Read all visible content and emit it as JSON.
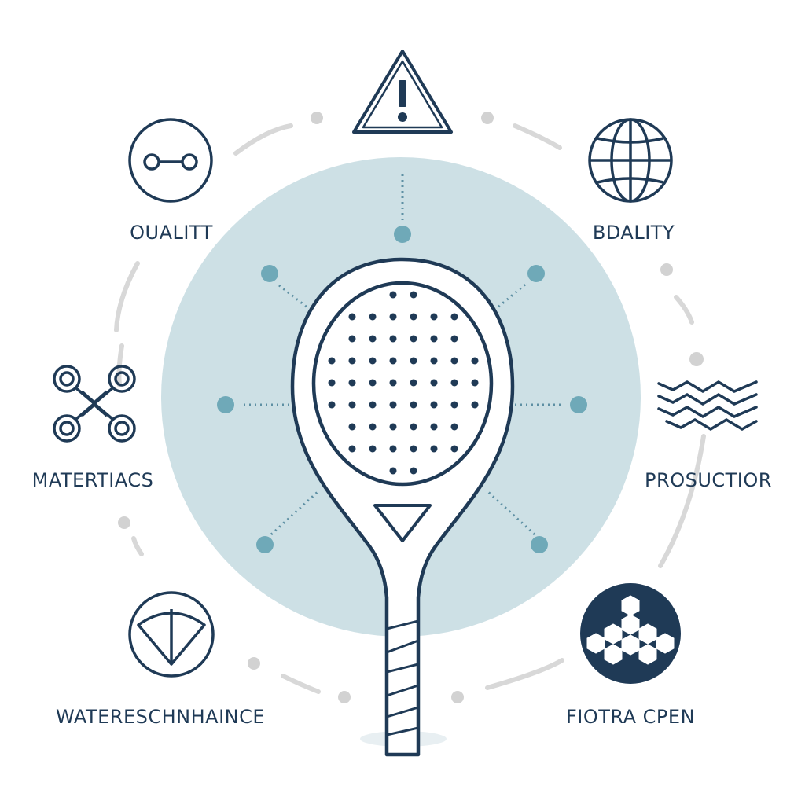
{
  "colors": {
    "primary": "#1f3a56",
    "accent": "#6fa9b8",
    "circle_fill": "#c9dde3",
    "dash_gray": "#d7d7d7",
    "background": "#ffffff"
  },
  "nodes": [
    {
      "label": "",
      "icon": "warning-icon"
    },
    {
      "label": "OUALITT",
      "icon": "link-icon"
    },
    {
      "label": "BDALITY",
      "icon": "globe-icon"
    },
    {
      "label": "MATERTIACS",
      "icon": "molecule-icon"
    },
    {
      "label": "PROSUCTIOR",
      "icon": "waves-icon"
    },
    {
      "label": "WATERESCHNHAINCE",
      "icon": "shield-icon"
    },
    {
      "label": "FIOTRA CPEN",
      "icon": "honeycomb-icon"
    }
  ],
  "center": {
    "icon": "padel-racket-icon"
  }
}
